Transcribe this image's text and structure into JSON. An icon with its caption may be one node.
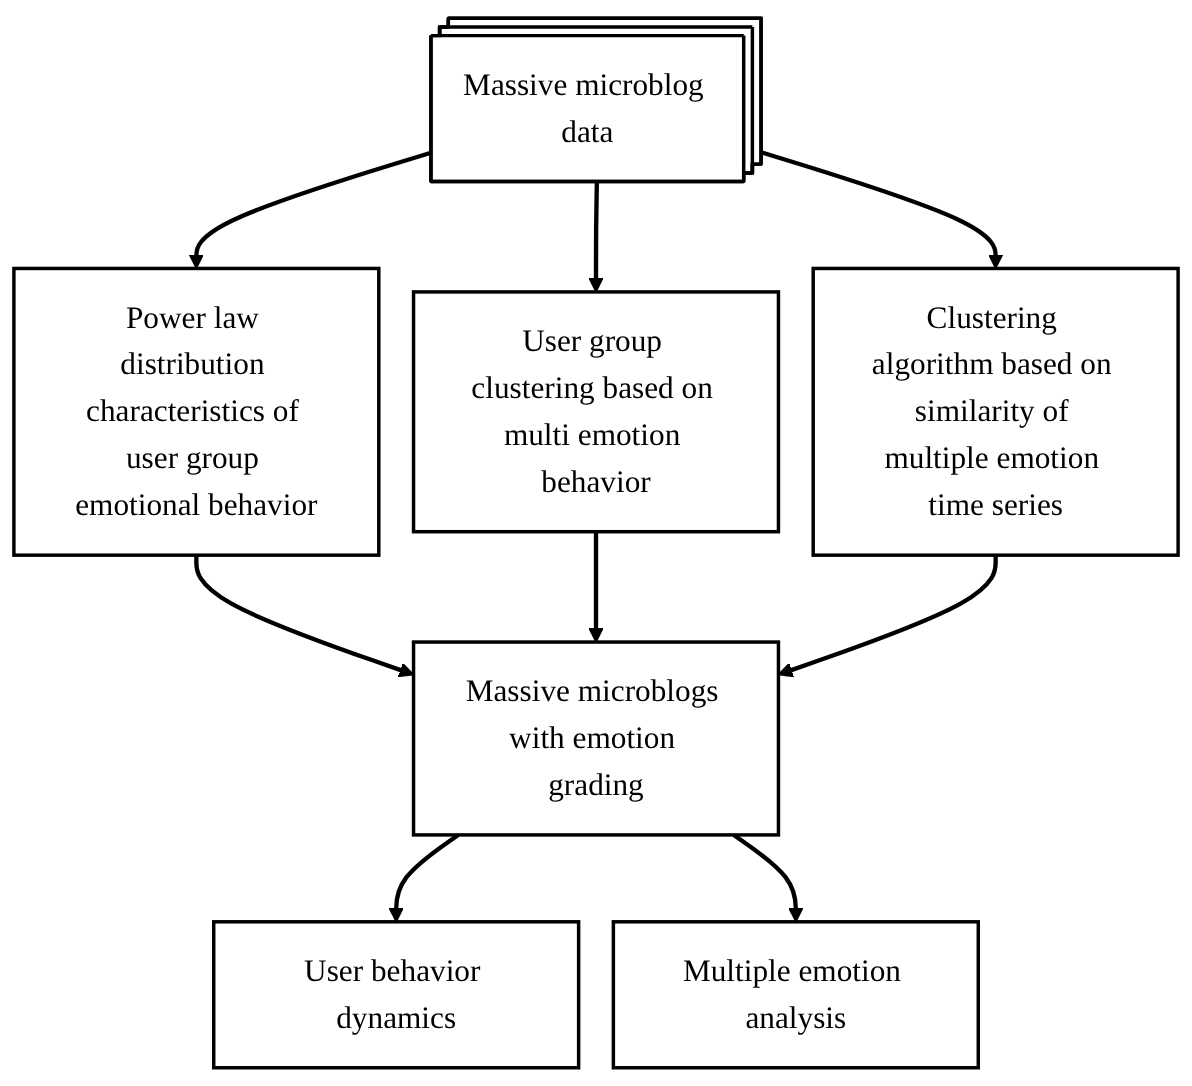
{
  "diagram": {
    "nodes": [
      {
        "text": [
          "Massive microblog data"
        ]
      },
      {
        "text": [
          "Power law distribution characteristics of user group emotional behavior"
        ]
      },
      {
        "text": [
          "User group clustering based on multi emotion behavior"
        ]
      },
      {
        "text": [
          "Clustering algorithm based on similarity of multiple emotion time series"
        ]
      },
      {
        "text": [
          "Massive microblogs with emotion grading"
        ]
      },
      {
        "text": [
          "User behavior dynamics"
        ]
      },
      {
        "text": [
          "Multiple emotion analysis"
        ]
      }
    ],
    "edges": [
      {
        "from": 0,
        "to": 1,
        "arrow": "to"
      },
      {
        "from": 0,
        "to": 2,
        "arrow": "to"
      },
      {
        "from": 0,
        "to": 3,
        "arrow": "to"
      },
      {
        "from": 1,
        "to": 4,
        "arrow": "to"
      },
      {
        "from": 2,
        "to": 4,
        "arrow": "to"
      },
      {
        "from": 3,
        "to": 4,
        "arrow": "to"
      },
      {
        "from": 4,
        "to": 5,
        "arrow": "to"
      },
      {
        "from": 4,
        "to": 6,
        "arrow": "to"
      }
    ]
  }
}
